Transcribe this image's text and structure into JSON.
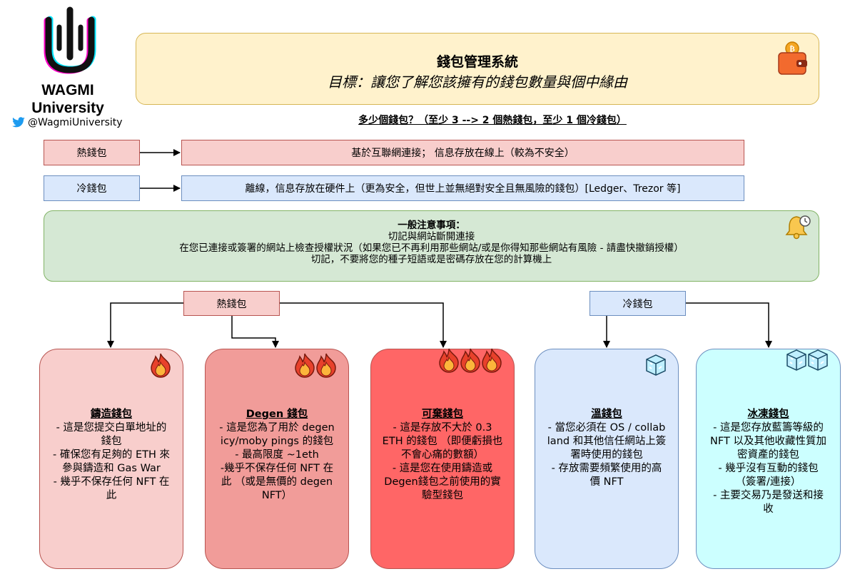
{
  "brand": {
    "name_line1": "WAGMI",
    "name_line2": "University",
    "handle": "@WagmiUniversity"
  },
  "header": {
    "title": "錢包管理系統",
    "subtitle": "目標：讓您了解您該擁有的錢包數量與個中緣由"
  },
  "question": "多少個錢包？（至少 3 --> 2 個熱錢包，至少 1 個冷錢包）",
  "definitions": {
    "hot": {
      "label": "熱錢包",
      "desc": "基於互聯網連接； 信息存放在線上（較為不安全）"
    },
    "cold": {
      "label": "冷錢包",
      "desc": "離線，信息存放在硬件上（更為安全，但世上並無絕對安全且無風險的錢包）[Ledger、Trezor 等]"
    }
  },
  "notes": {
    "heading": "一般注意事項：",
    "lines": [
      "切記與網站斷開連接",
      "在您已連接或簽署的網站上檢查授權狀況（如果您已不再利用那些網站/或是你得知那些網站有風險 - 請盡快撤銷授權）",
      "切記，不要將您的種子短語或是密碼存放在您的計算機上"
    ]
  },
  "branches": {
    "hot": "熱錢包",
    "cold": "冷錢包"
  },
  "cards": [
    {
      "title": "鑄造錢包",
      "body": "- 這是您提交白單地址的\n錢包\n- 確保您有足夠的 ETH 來\n參與鑄造和 Gas War\n- 幾乎不保存任何 NFT 在\n此",
      "icons": [
        "fire-icon"
      ]
    },
    {
      "title": "Degen 錢包",
      "body": "- 這是您為了用於 degen\nicy/moby pings 的錢包\n- 最高限度 ~1eth\n-幾乎不保存任何 NFT 在\n此 （或是無價的 degen\nNFT）",
      "icons": [
        "fire-icon",
        "fire-icon"
      ]
    },
    {
      "title": "可棄錢包",
      "body": "-  這是存放不大於 0.3\nETH 的錢包 （即便虧損也\n不會心痛的數額）\n-  這是您在使用鑄造或\nDegen錢包之前使用的實\n驗型錢包",
      "icons": [
        "fire-icon",
        "fire-icon",
        "fire-icon"
      ]
    },
    {
      "title": "溫錢包",
      "body": "- 當您必須在 OS / collab\nland 和其他信任網站上簽\n署時使用的錢包\n- 存放需要頻繁使用的高\n價 NFT",
      "icons": [
        "ice-cube-icon"
      ]
    },
    {
      "title": "冰凍錢包",
      "body": "- 這是您存放藍籌等級的\nNFT 以及其他收藏性質加\n密資產的錢包\n- 幾乎沒有互動的錢包\n（簽署/連接）\n- 主要交易乃是發送和接\n收",
      "icons": [
        "ice-cube-icon",
        "ice-cube-icon"
      ]
    }
  ],
  "colors": {
    "title_bg": "#fff2cc",
    "hot_bg": "#f8cecc",
    "cold_bg": "#dae8fc",
    "notes_bg": "#d5e8d4",
    "card1": "#f8cecc",
    "card2": "#f19c99",
    "card3": "#ff6666",
    "card4": "#dae8fc",
    "card5": "#ccffff"
  }
}
